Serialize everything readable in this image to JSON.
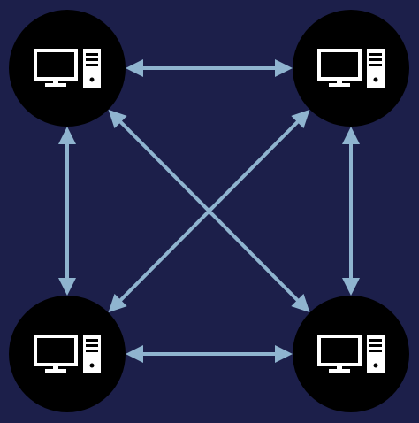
{
  "diagram": {
    "type": "network-mesh",
    "nodes": [
      {
        "id": "node-top-left",
        "icon": "desktop-computer-icon"
      },
      {
        "id": "node-top-right",
        "icon": "desktop-computer-icon"
      },
      {
        "id": "node-bottom-left",
        "icon": "desktop-computer-icon"
      },
      {
        "id": "node-bottom-right",
        "icon": "desktop-computer-icon"
      }
    ],
    "connections": [
      {
        "from": "node-top-left",
        "to": "node-top-right",
        "bidirectional": true
      },
      {
        "from": "node-top-left",
        "to": "node-bottom-left",
        "bidirectional": true
      },
      {
        "from": "node-top-right",
        "to": "node-bottom-right",
        "bidirectional": true
      },
      {
        "from": "node-bottom-left",
        "to": "node-bottom-right",
        "bidirectional": true
      },
      {
        "from": "node-top-left",
        "to": "node-bottom-right",
        "bidirectional": true
      },
      {
        "from": "node-top-right",
        "to": "node-bottom-left",
        "bidirectional": true
      }
    ]
  },
  "colors": {
    "background": "#1c1f4a",
    "node_fill": "#000000",
    "icon": "#ffffff",
    "arrow": "#8fb4cf"
  }
}
